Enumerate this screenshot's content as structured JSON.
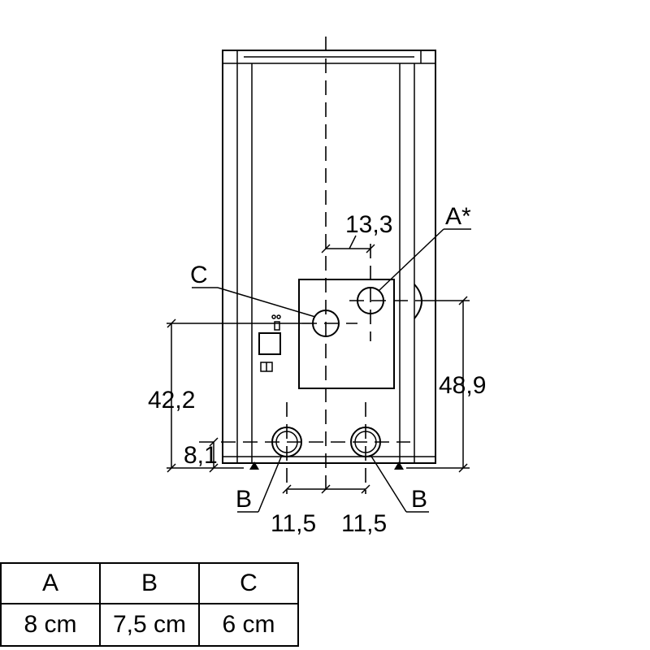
{
  "labels": {
    "a": "A*",
    "b_left": "B",
    "b_right": "B",
    "c": "C"
  },
  "dimensions": {
    "d_13_3": "13,3",
    "d_42_2": "42,2",
    "d_48_9": "48,9",
    "d_8_1": "8,1",
    "d_11_5_left": "11,5",
    "d_11_5_right": "11,5"
  },
  "table": {
    "headers": [
      "A",
      "B",
      "C"
    ],
    "values": [
      "8 cm",
      "7,5 cm",
      "6 cm"
    ]
  }
}
